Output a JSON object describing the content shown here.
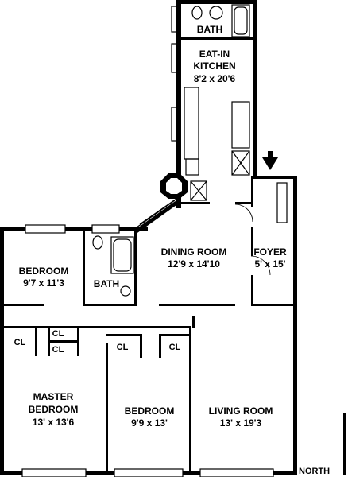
{
  "floorplan": {
    "rooms": {
      "top_bath": {
        "name": "BATH"
      },
      "kitchen": {
        "name": "EAT-IN",
        "name2": "KITCHEN",
        "dims": "8'2 x 20'6"
      },
      "bedroom_left": {
        "name": "BEDROOM",
        "dims": "9'7 x 11'3"
      },
      "bath_left": {
        "name": "BATH"
      },
      "dining": {
        "name": "DINING ROOM",
        "dims": "12'9 x 14'10"
      },
      "foyer": {
        "name": "FOYER",
        "dims": "5' x 15'"
      },
      "master": {
        "name": "MASTER",
        "name2": "BEDROOM",
        "dims": "13' x 13'6"
      },
      "bedroom_mid": {
        "name": "BEDROOM",
        "dims": "9'9 x 13'"
      },
      "living": {
        "name": "LIVING ROOM",
        "dims": "13' x 19'3"
      }
    },
    "closets": {
      "cl_left": "CL",
      "cl_mid_top": "CL",
      "cl_mid_bottom": "CL",
      "cl_bedroom": "CL",
      "cl_living": "CL"
    },
    "north_label": "NORTH"
  },
  "colors": {
    "wall": "#000000",
    "background": "#ffffff"
  }
}
